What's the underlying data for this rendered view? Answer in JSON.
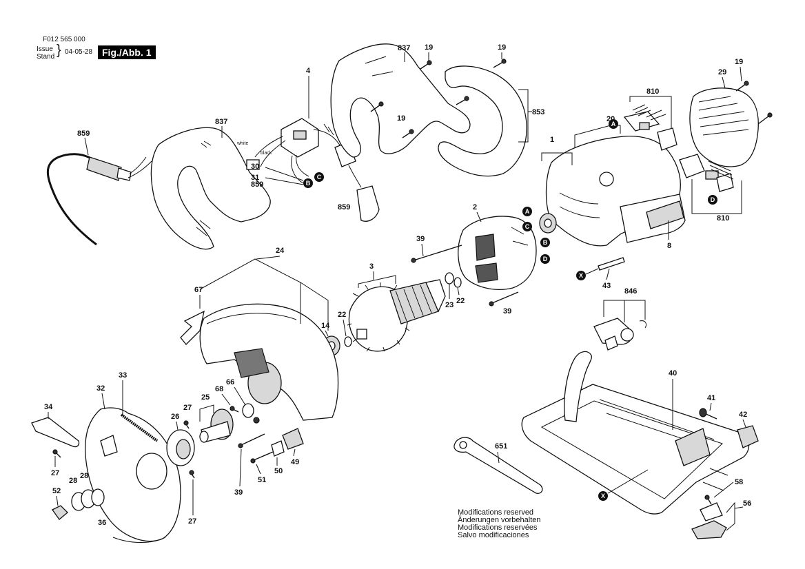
{
  "header": {
    "doc_number": "F012 565 000",
    "issue_label": "Issue",
    "stand_label": "Stand",
    "date": "04-05-28",
    "figure": "Fig./Abb. 1"
  },
  "modifications": [
    "Modifications reserved",
    "Änderungen vorbehalten",
    "Modifications reservées",
    "Salvo modificaciones"
  ],
  "wire_labels": {
    "white": "white",
    "black": "black"
  },
  "callouts": {
    "p837a": "837",
    "p837b": "837",
    "p859a": "859",
    "p859b": "859",
    "p859c": "859",
    "p4": "4",
    "p30": "30",
    "p31": "31",
    "p19a": "19",
    "p19b": "19",
    "p19c": "19",
    "p19d": "19",
    "p853": "853",
    "p810a": "810",
    "p810b": "810",
    "p29": "29",
    "p20": "20",
    "p1": "1",
    "p8": "8",
    "p2": "2",
    "p43": "43",
    "p39a": "39",
    "p39b": "39",
    "p39c": "39",
    "p3": "3",
    "p23": "23",
    "p22a": "22",
    "p22b": "22",
    "p24": "24",
    "p67": "67",
    "p14": "14",
    "p846": "846",
    "p40": "40",
    "p41": "41",
    "p42": "42",
    "p33": "33",
    "p32": "32",
    "p34": "34",
    "p25": "25",
    "p26": "26",
    "p27a": "27",
    "p27b": "27",
    "p27c": "27",
    "p28a": "28",
    "p28b": "28",
    "p36": "36",
    "p52": "52",
    "p68": "68",
    "p66": "66",
    "p51": "51",
    "p50": "50",
    "p49": "49",
    "p651": "651",
    "p58": "58",
    "p56": "56"
  },
  "markers": {
    "A1": "A",
    "A2": "A",
    "B1": "B",
    "B2": "B",
    "C1": "C",
    "C2": "C",
    "D1": "D",
    "D2": "D",
    "X1": "X",
    "X2": "X"
  }
}
